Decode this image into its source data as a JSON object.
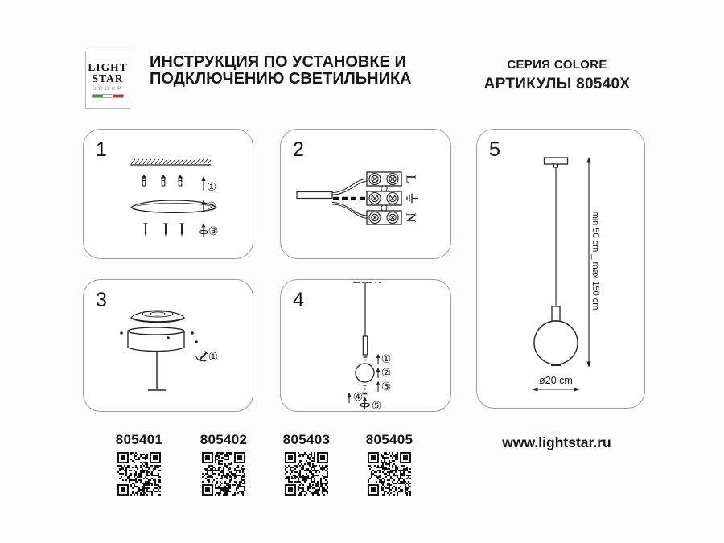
{
  "header": {
    "logo": {
      "line1": "LIGHT",
      "line2": "STAR",
      "line3": "GROUP"
    },
    "title_line1": "ИНСТРУКЦИЯ ПО УСТАНОВКЕ И",
    "title_line2": "ПОДКЛЮЧЕНИЮ СВЕТИЛЬНИКА",
    "series": "СЕРИЯ COLORE",
    "articles_heading": "АРТИКУЛЫ 80540X"
  },
  "panels": {
    "p1": {
      "number": "1",
      "steps": [
        "①",
        "②",
        "③"
      ]
    },
    "p2": {
      "number": "2",
      "labels": {
        "line": "L",
        "neutral": "N",
        "earth_icon": "earth-ground-symbol"
      }
    },
    "p3": {
      "number": "3",
      "steps": [
        "①"
      ]
    },
    "p4": {
      "number": "4",
      "steps": [
        "①",
        "②",
        "③",
        "④",
        "⑤"
      ]
    },
    "p5": {
      "number": "5",
      "height_range": "min 50 cm _ max 150 cm",
      "diameter": "ø20 cm"
    }
  },
  "footer": {
    "articles": [
      {
        "code": "805401"
      },
      {
        "code": "805402"
      },
      {
        "code": "805403"
      },
      {
        "code": "805405"
      }
    ],
    "website": "www.lightstar.ru"
  },
  "colors": {
    "line_art": "#222222",
    "panel_border": "#9b9b9b",
    "flag_green": "#3f9447",
    "flag_white": "#ffffff",
    "flag_red": "#b23a33"
  }
}
